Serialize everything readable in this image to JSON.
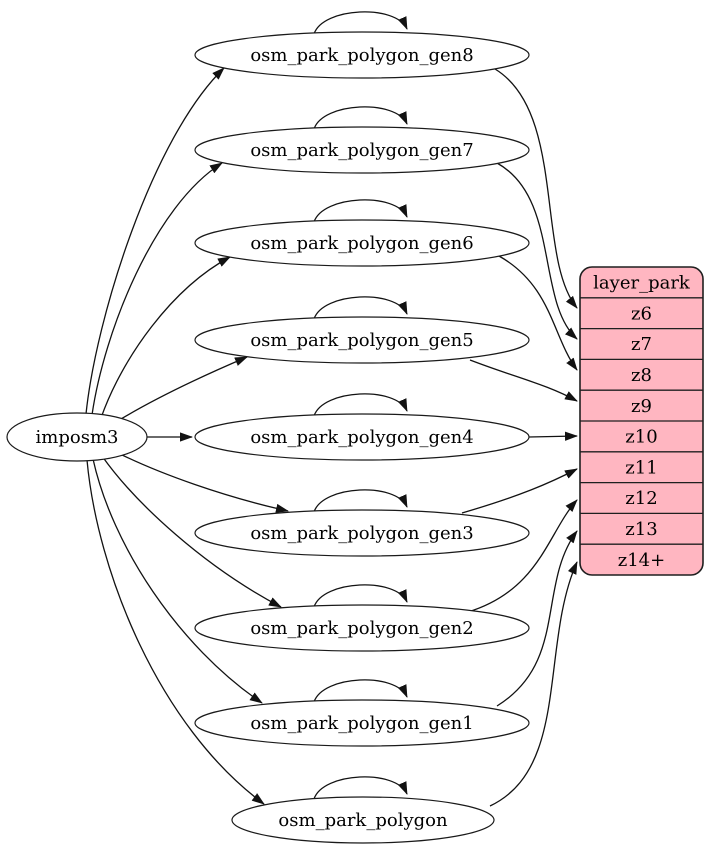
{
  "diagram": {
    "type": "dependency-graph",
    "nodes": [
      {
        "id": "imposm3",
        "label": "imposm3"
      },
      {
        "id": "osm_park_polygon_gen8",
        "label": "osm_park_polygon_gen8"
      },
      {
        "id": "osm_park_polygon_gen7",
        "label": "osm_park_polygon_gen7"
      },
      {
        "id": "osm_park_polygon_gen6",
        "label": "osm_park_polygon_gen6"
      },
      {
        "id": "osm_park_polygon_gen5",
        "label": "osm_park_polygon_gen5"
      },
      {
        "id": "osm_park_polygon_gen4",
        "label": "osm_park_polygon_gen4"
      },
      {
        "id": "osm_park_polygon_gen3",
        "label": "osm_park_polygon_gen3"
      },
      {
        "id": "osm_park_polygon_gen2",
        "label": "osm_park_polygon_gen2"
      },
      {
        "id": "osm_park_polygon_gen1",
        "label": "osm_park_polygon_gen1"
      },
      {
        "id": "osm_park_polygon",
        "label": "osm_park_polygon"
      }
    ],
    "layer_table": {
      "id": "layer_park",
      "title": "layer_park",
      "rows": [
        "z6",
        "z7",
        "z8",
        "z9",
        "z10",
        "z11",
        "z12",
        "z13",
        "z14+"
      ]
    },
    "edges": [
      {
        "from": "imposm3",
        "to": "osm_park_polygon_gen8"
      },
      {
        "from": "imposm3",
        "to": "osm_park_polygon_gen7"
      },
      {
        "from": "imposm3",
        "to": "osm_park_polygon_gen6"
      },
      {
        "from": "imposm3",
        "to": "osm_park_polygon_gen5"
      },
      {
        "from": "imposm3",
        "to": "osm_park_polygon_gen4"
      },
      {
        "from": "imposm3",
        "to": "osm_park_polygon_gen3"
      },
      {
        "from": "imposm3",
        "to": "osm_park_polygon_gen2"
      },
      {
        "from": "imposm3",
        "to": "osm_park_polygon_gen1"
      },
      {
        "from": "imposm3",
        "to": "osm_park_polygon"
      },
      {
        "from": "osm_park_polygon_gen8",
        "to": "osm_park_polygon_gen8"
      },
      {
        "from": "osm_park_polygon_gen7",
        "to": "osm_park_polygon_gen7"
      },
      {
        "from": "osm_park_polygon_gen6",
        "to": "osm_park_polygon_gen6"
      },
      {
        "from": "osm_park_polygon_gen5",
        "to": "osm_park_polygon_gen5"
      },
      {
        "from": "osm_park_polygon_gen4",
        "to": "osm_park_polygon_gen4"
      },
      {
        "from": "osm_park_polygon_gen3",
        "to": "osm_park_polygon_gen3"
      },
      {
        "from": "osm_park_polygon_gen2",
        "to": "osm_park_polygon_gen2"
      },
      {
        "from": "osm_park_polygon_gen1",
        "to": "osm_park_polygon_gen1"
      },
      {
        "from": "osm_park_polygon",
        "to": "osm_park_polygon"
      },
      {
        "from": "osm_park_polygon_gen8",
        "to": "layer_park.z6"
      },
      {
        "from": "osm_park_polygon_gen7",
        "to": "layer_park.z7"
      },
      {
        "from": "osm_park_polygon_gen6",
        "to": "layer_park.z8"
      },
      {
        "from": "osm_park_polygon_gen5",
        "to": "layer_park.z9"
      },
      {
        "from": "osm_park_polygon_gen4",
        "to": "layer_park.z10"
      },
      {
        "from": "osm_park_polygon_gen3",
        "to": "layer_park.z11"
      },
      {
        "from": "osm_park_polygon_gen2",
        "to": "layer_park.z12"
      },
      {
        "from": "osm_park_polygon_gen1",
        "to": "layer_park.z13"
      },
      {
        "from": "osm_park_polygon",
        "to": "layer_park.z14+"
      }
    ],
    "colors": {
      "background": "#ffffff",
      "node_fill": "#ffffff",
      "node_stroke": "#1a1a1a",
      "edge_color": "#121212",
      "table_fill": "#ffb6c1",
      "table_stroke": "#1f1f1f",
      "text": "#000000"
    }
  }
}
